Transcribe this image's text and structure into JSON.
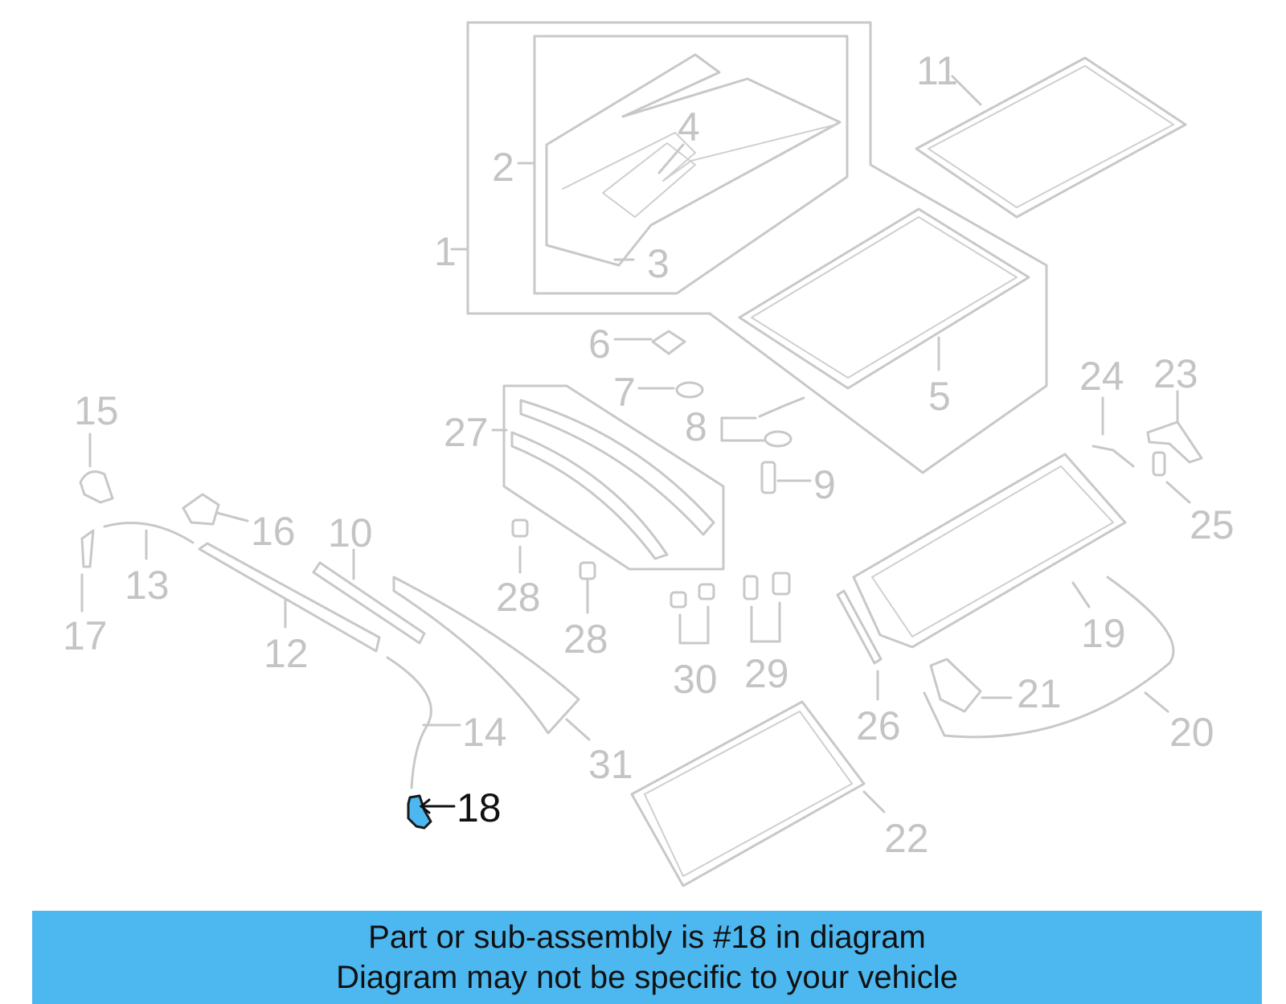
{
  "callouts": [
    "1",
    "2",
    "3",
    "4",
    "5",
    "6",
    "7",
    "8",
    "9",
    "10",
    "11",
    "12",
    "13",
    "14",
    "15",
    "16",
    "17",
    "18",
    "19",
    "20",
    "21",
    "22",
    "23",
    "24",
    "25",
    "26",
    "27",
    "28",
    "28",
    "29",
    "30",
    "31"
  ],
  "highlight": {
    "part_number": "18",
    "color": "#4db8f0"
  },
  "banner": {
    "color": "#4db8f0",
    "line1": "Part or sub-assembly is #18 in diagram",
    "line2": "Diagram may not be specific to your vehicle"
  }
}
